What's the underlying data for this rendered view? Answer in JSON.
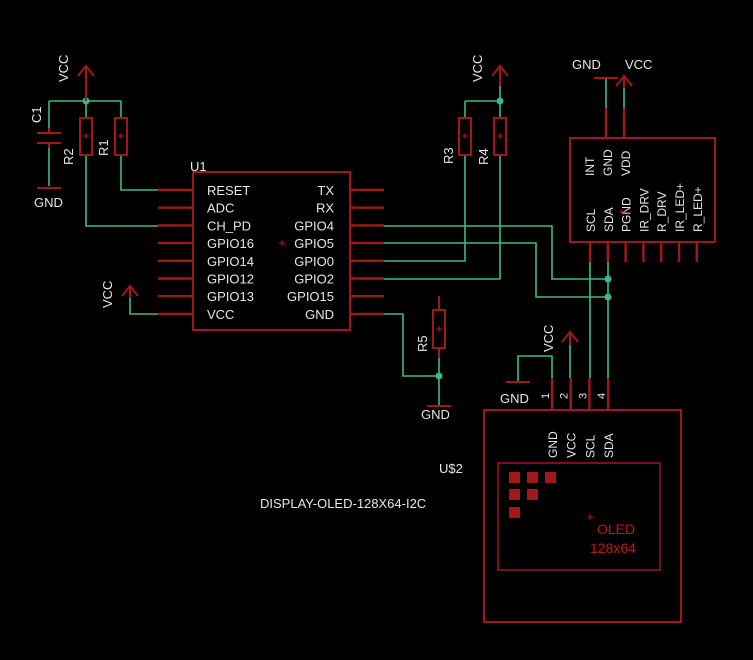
{
  "colors": {
    "background": "#000000",
    "part": "#a01818",
    "wire": "#3cb98a",
    "text": "#e6e6e6",
    "oled_text": "#c41414"
  },
  "power_labels": {
    "vcc": "VCC",
    "gnd": "GND"
  },
  "components": {
    "c1": "C1",
    "r1": "R1",
    "r2": "R2",
    "r3": "R3",
    "r4": "R4",
    "r5": "R5",
    "u1": "U1",
    "u2": "U$2"
  },
  "u1_pins_left": [
    "RESET",
    "ADC",
    "CH_PD",
    "GPIO16",
    "GPIO14",
    "GPIO12",
    "GPIO13",
    "VCC"
  ],
  "u1_pins_right": [
    "TX",
    "RX",
    "GPIO4",
    "GPIO5",
    "GPIO0",
    "GPIO2",
    "GPIO15",
    "GND"
  ],
  "sensor_pins": [
    "SCL",
    "SDA",
    "PGND",
    "IR_DRV",
    "R_DRV",
    "IR_LED+",
    "R_LED+"
  ],
  "sensor_pins_upper": [
    "INT",
    "GND",
    "VDD"
  ],
  "display": {
    "name": "DISPLAY-OLED-128X64-I2C",
    "pins": [
      "GND",
      "VCC",
      "SCL",
      "SDA"
    ],
    "pin_numbers": [
      "1",
      "2",
      "3",
      "4"
    ],
    "screen_line1": "OLED",
    "screen_line2": "128x64"
  }
}
